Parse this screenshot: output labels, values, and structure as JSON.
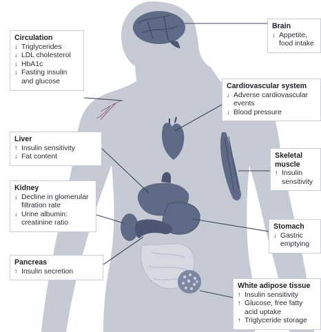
{
  "colors": {
    "body_fill": "#c5cad5",
    "organ_fill": "#5f6a86",
    "organ_dark": "#3f4863",
    "leader_line": "#3c4256",
    "text": "#2b2b33",
    "box_border": "#c9ced6"
  },
  "boxes": {
    "brain": {
      "title": "Brain",
      "items": [
        {
          "arrow": "↓",
          "text": "Appetite, food intake"
        }
      ]
    },
    "circulation": {
      "title": "Circulation",
      "items": [
        {
          "arrow": "↓",
          "text": "Triglycerides"
        },
        {
          "arrow": "↓",
          "text": "LDL cholesterol"
        },
        {
          "arrow": "↓",
          "text": "HbA1c"
        },
        {
          "arrow": "↓",
          "text": "Fasting insulin and glucose"
        }
      ]
    },
    "cardio": {
      "title": "Cardiovascular system",
      "items": [
        {
          "arrow": "↓",
          "text": "Adverse cardiovascular events"
        },
        {
          "arrow": "↓",
          "text": "Blood pressure"
        }
      ]
    },
    "liver": {
      "title": "Liver",
      "items": [
        {
          "arrow": "↑",
          "text": "Insulin sensitivity"
        },
        {
          "arrow": "↓",
          "text": "Fat content"
        }
      ]
    },
    "skeletal": {
      "title": "Skeletal muscle",
      "items": [
        {
          "arrow": "↑",
          "text": "Insulin sensitivity"
        }
      ]
    },
    "kidney": {
      "title": "Kidney",
      "items": [
        {
          "arrow": "↓",
          "text": "Decline in glomerular filtration rate"
        },
        {
          "arrow": "↓",
          "text": "Urine albumin: creatinine ratio"
        }
      ]
    },
    "stomach": {
      "title": "Stomach",
      "items": [
        {
          "arrow": "↓",
          "text": "Gastric emptying"
        }
      ]
    },
    "pancreas": {
      "title": "Pancreas",
      "items": [
        {
          "arrow": "↑",
          "text": "Insulin secretion"
        }
      ]
    },
    "adipose": {
      "title": "White adipose tissue",
      "items": [
        {
          "arrow": "↑",
          "text": "Insulin sensitivity"
        },
        {
          "arrow": "↑",
          "text": "Glucose, free fatty acid uptake"
        },
        {
          "arrow": "↑",
          "text": "Triglyceride storage"
        }
      ]
    }
  }
}
